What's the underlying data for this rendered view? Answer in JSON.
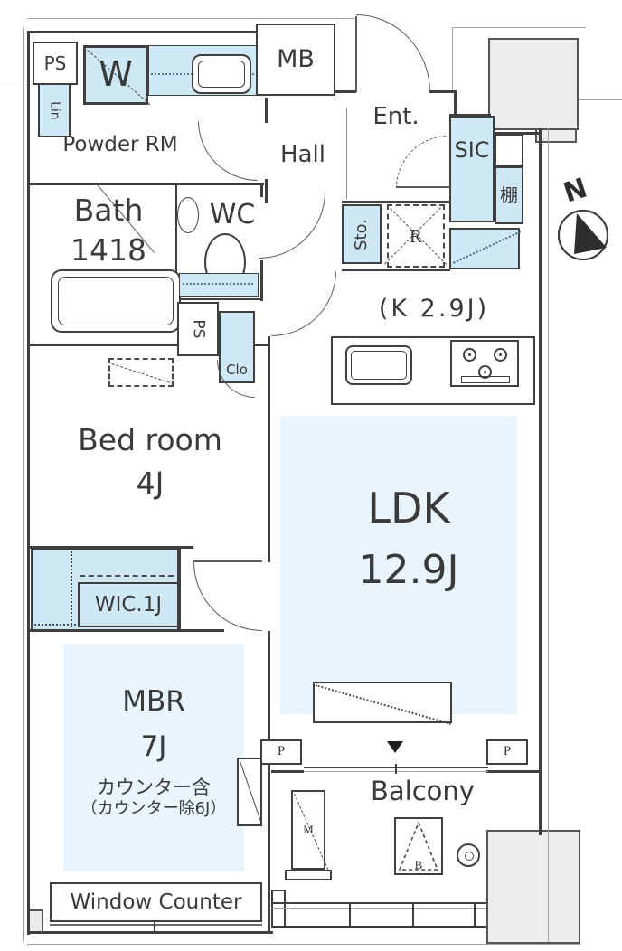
{
  "rooms": {
    "powder_rm": {
      "label": "Powder RM"
    },
    "hall": {
      "label": "Hall"
    },
    "entrance": {
      "label": "Ent."
    },
    "bath": {
      "label": "Bath",
      "size": "1418"
    },
    "wc": {
      "label": "WC"
    },
    "kitchen": {
      "label": "(K 2.9J)"
    },
    "bedroom": {
      "label": "Bed room",
      "size": "4J"
    },
    "ldk": {
      "label": "LDK",
      "size": "12.9J"
    },
    "wic": {
      "label": "WIC.1J"
    },
    "mbr": {
      "label": "MBR",
      "size": "7J",
      "note1": "カウンター含",
      "note2": "（カウンター除6J）"
    },
    "window_counter": {
      "label": "Window Counter"
    },
    "balcony": {
      "label": "Balcony"
    }
  },
  "fixtures": {
    "pipe_space": "PS",
    "linen": "Lin",
    "washer": "W",
    "meter_box": "MB",
    "shoe_closet": "SIC",
    "shelf": "棚",
    "storage": "Sto.",
    "refrigerator": "R",
    "closet": "Clo",
    "pillar": "P",
    "washer_pan": "M",
    "evac_hatch": "B",
    "compass_north": "N"
  },
  "colors": {
    "wall": "#3f3f3f",
    "fixture_blue": "#cfe8f6",
    "room_tint": "#e9f4fc",
    "block_gray": "#ececec"
  }
}
